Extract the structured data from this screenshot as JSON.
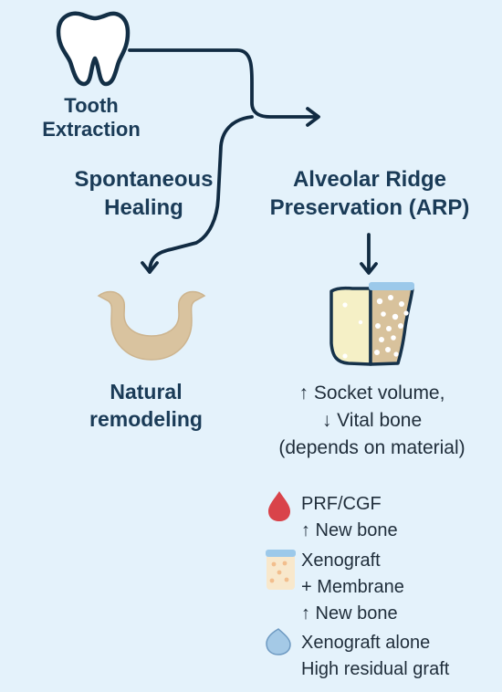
{
  "start": {
    "label": [
      "Tooth",
      "Extraction"
    ]
  },
  "branches": {
    "spontaneous": {
      "title": [
        "Spontaneous",
        "Healing"
      ],
      "outcome": [
        "Natural",
        "remodeling"
      ]
    },
    "arp": {
      "title": [
        "Alveolar Ridge",
        "Preservation (ARP)"
      ],
      "outcome": [
        "↑ Socket volume,",
        "↓ Vital bone",
        "(depends on material)"
      ]
    }
  },
  "legend": {
    "prf": [
      "PRF/CGF",
      "↑ New bone"
    ],
    "xenograft_membrane": [
      "Xenograft",
      "+ Membrane",
      "↑ New bone"
    ],
    "xenograft_alone": [
      "Xenograft alone",
      "High residual graft"
    ]
  },
  "colors": {
    "background": "#e4f2fb",
    "arrow": "#112b42",
    "bone": "#d9c39f",
    "graft": "#d8c29c",
    "socket_fill": "#f5f0c6",
    "membrane": "#9cc9ea",
    "blood": "#d9434a",
    "droplet_blue": "#a4c9e6"
  },
  "icons": {
    "tooth": "tooth-icon",
    "socket": "alveolar-socket-icon",
    "arp_block": "preserved-socket-icon",
    "prf": "blood-drop-icon",
    "xenograft_membrane": "graft-jar-icon",
    "xenograft_alone": "blue-drop-icon"
  }
}
